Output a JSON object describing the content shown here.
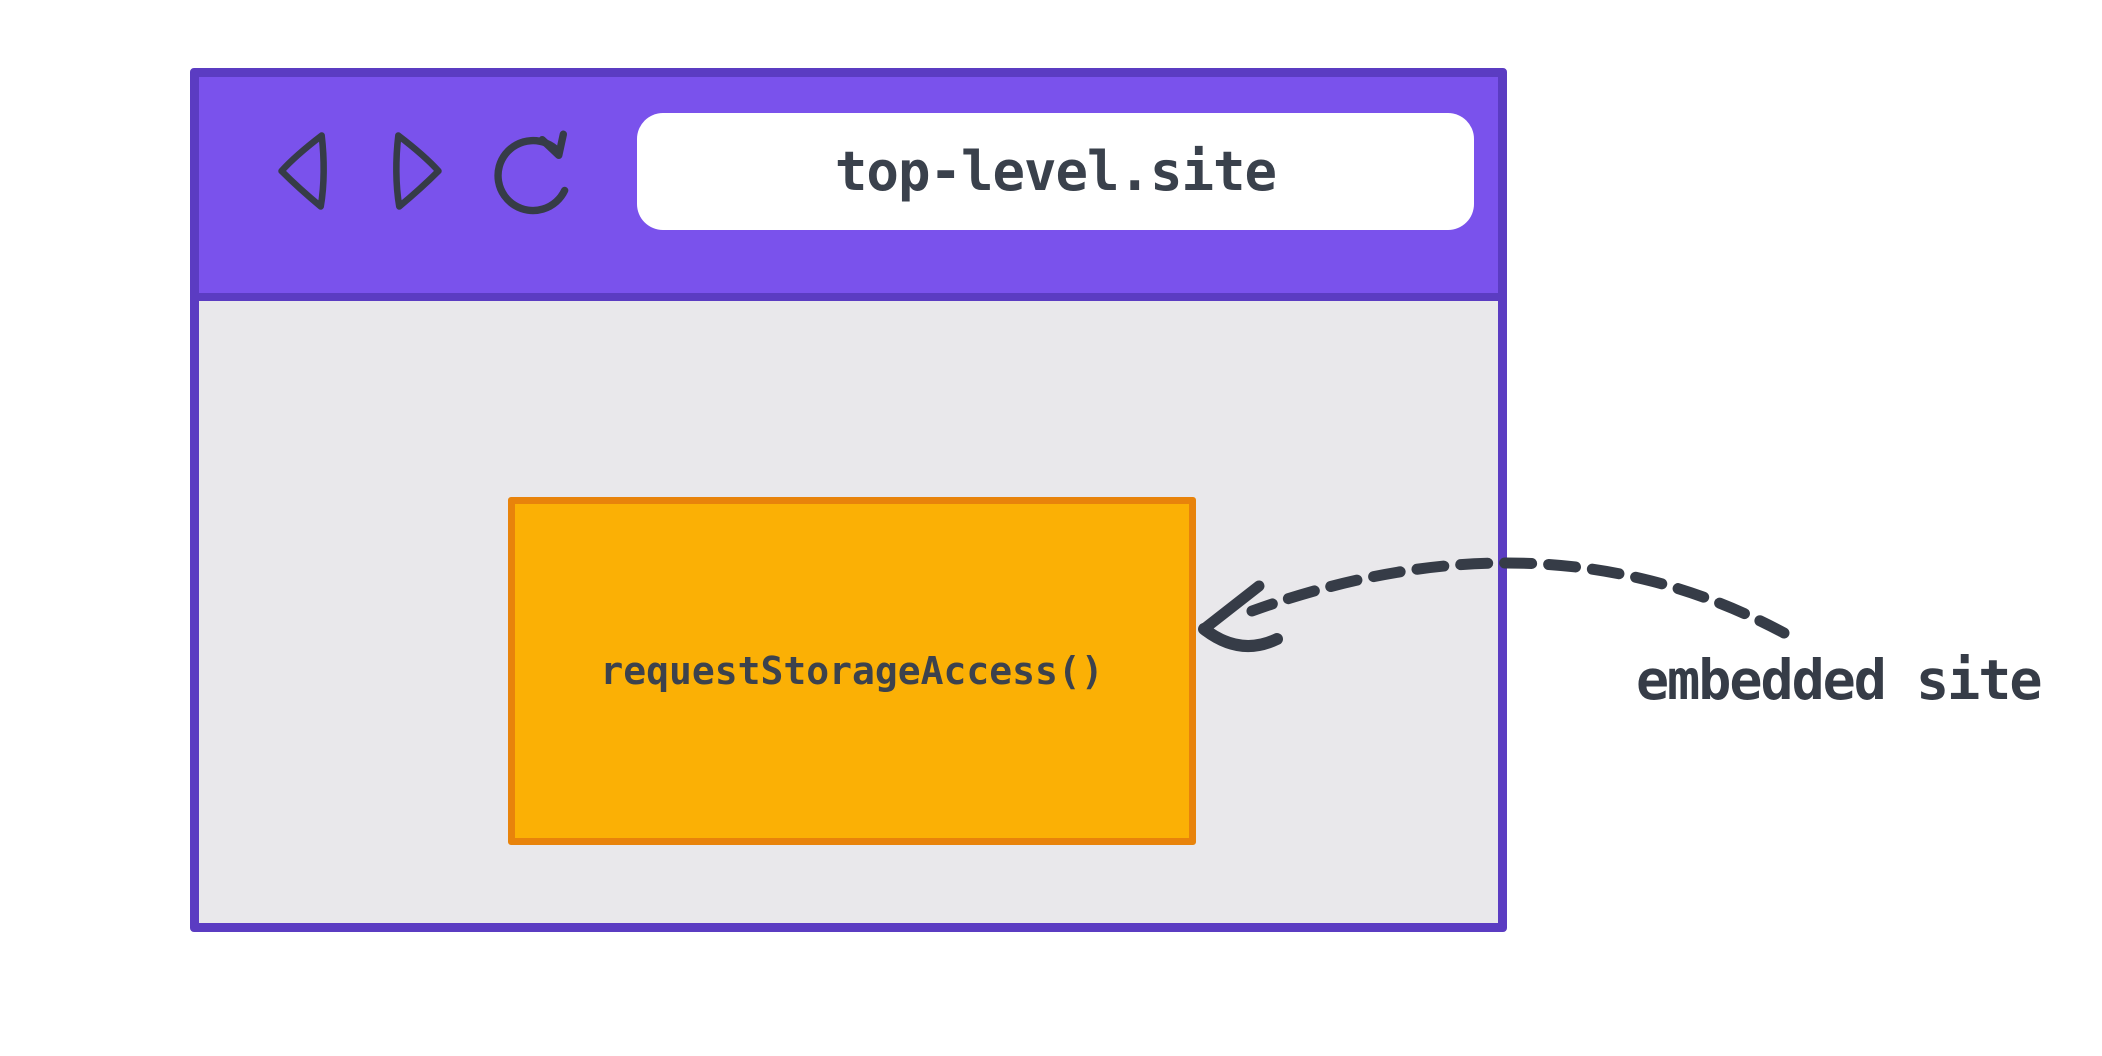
{
  "colors": {
    "window_border": "#5b3cc2",
    "header_bg": "#7a52ec",
    "content_bg": "#e9e8eb",
    "address_bg": "#ffffff",
    "iframe_bg": "#fbb005",
    "iframe_border": "#e8830b",
    "ink": "#363c47",
    "page_bg": "#ffffff"
  },
  "browser_window": {
    "toolbar": {
      "icons": [
        {
          "name": "back-icon"
        },
        {
          "name": "forward-icon"
        },
        {
          "name": "refresh-icon"
        }
      ],
      "address_bar": {
        "value": "top-level.site"
      }
    },
    "content": {
      "embedded_frame": {
        "label": "requestStorageAccess()"
      }
    }
  },
  "annotation": {
    "label": "embedded site"
  }
}
